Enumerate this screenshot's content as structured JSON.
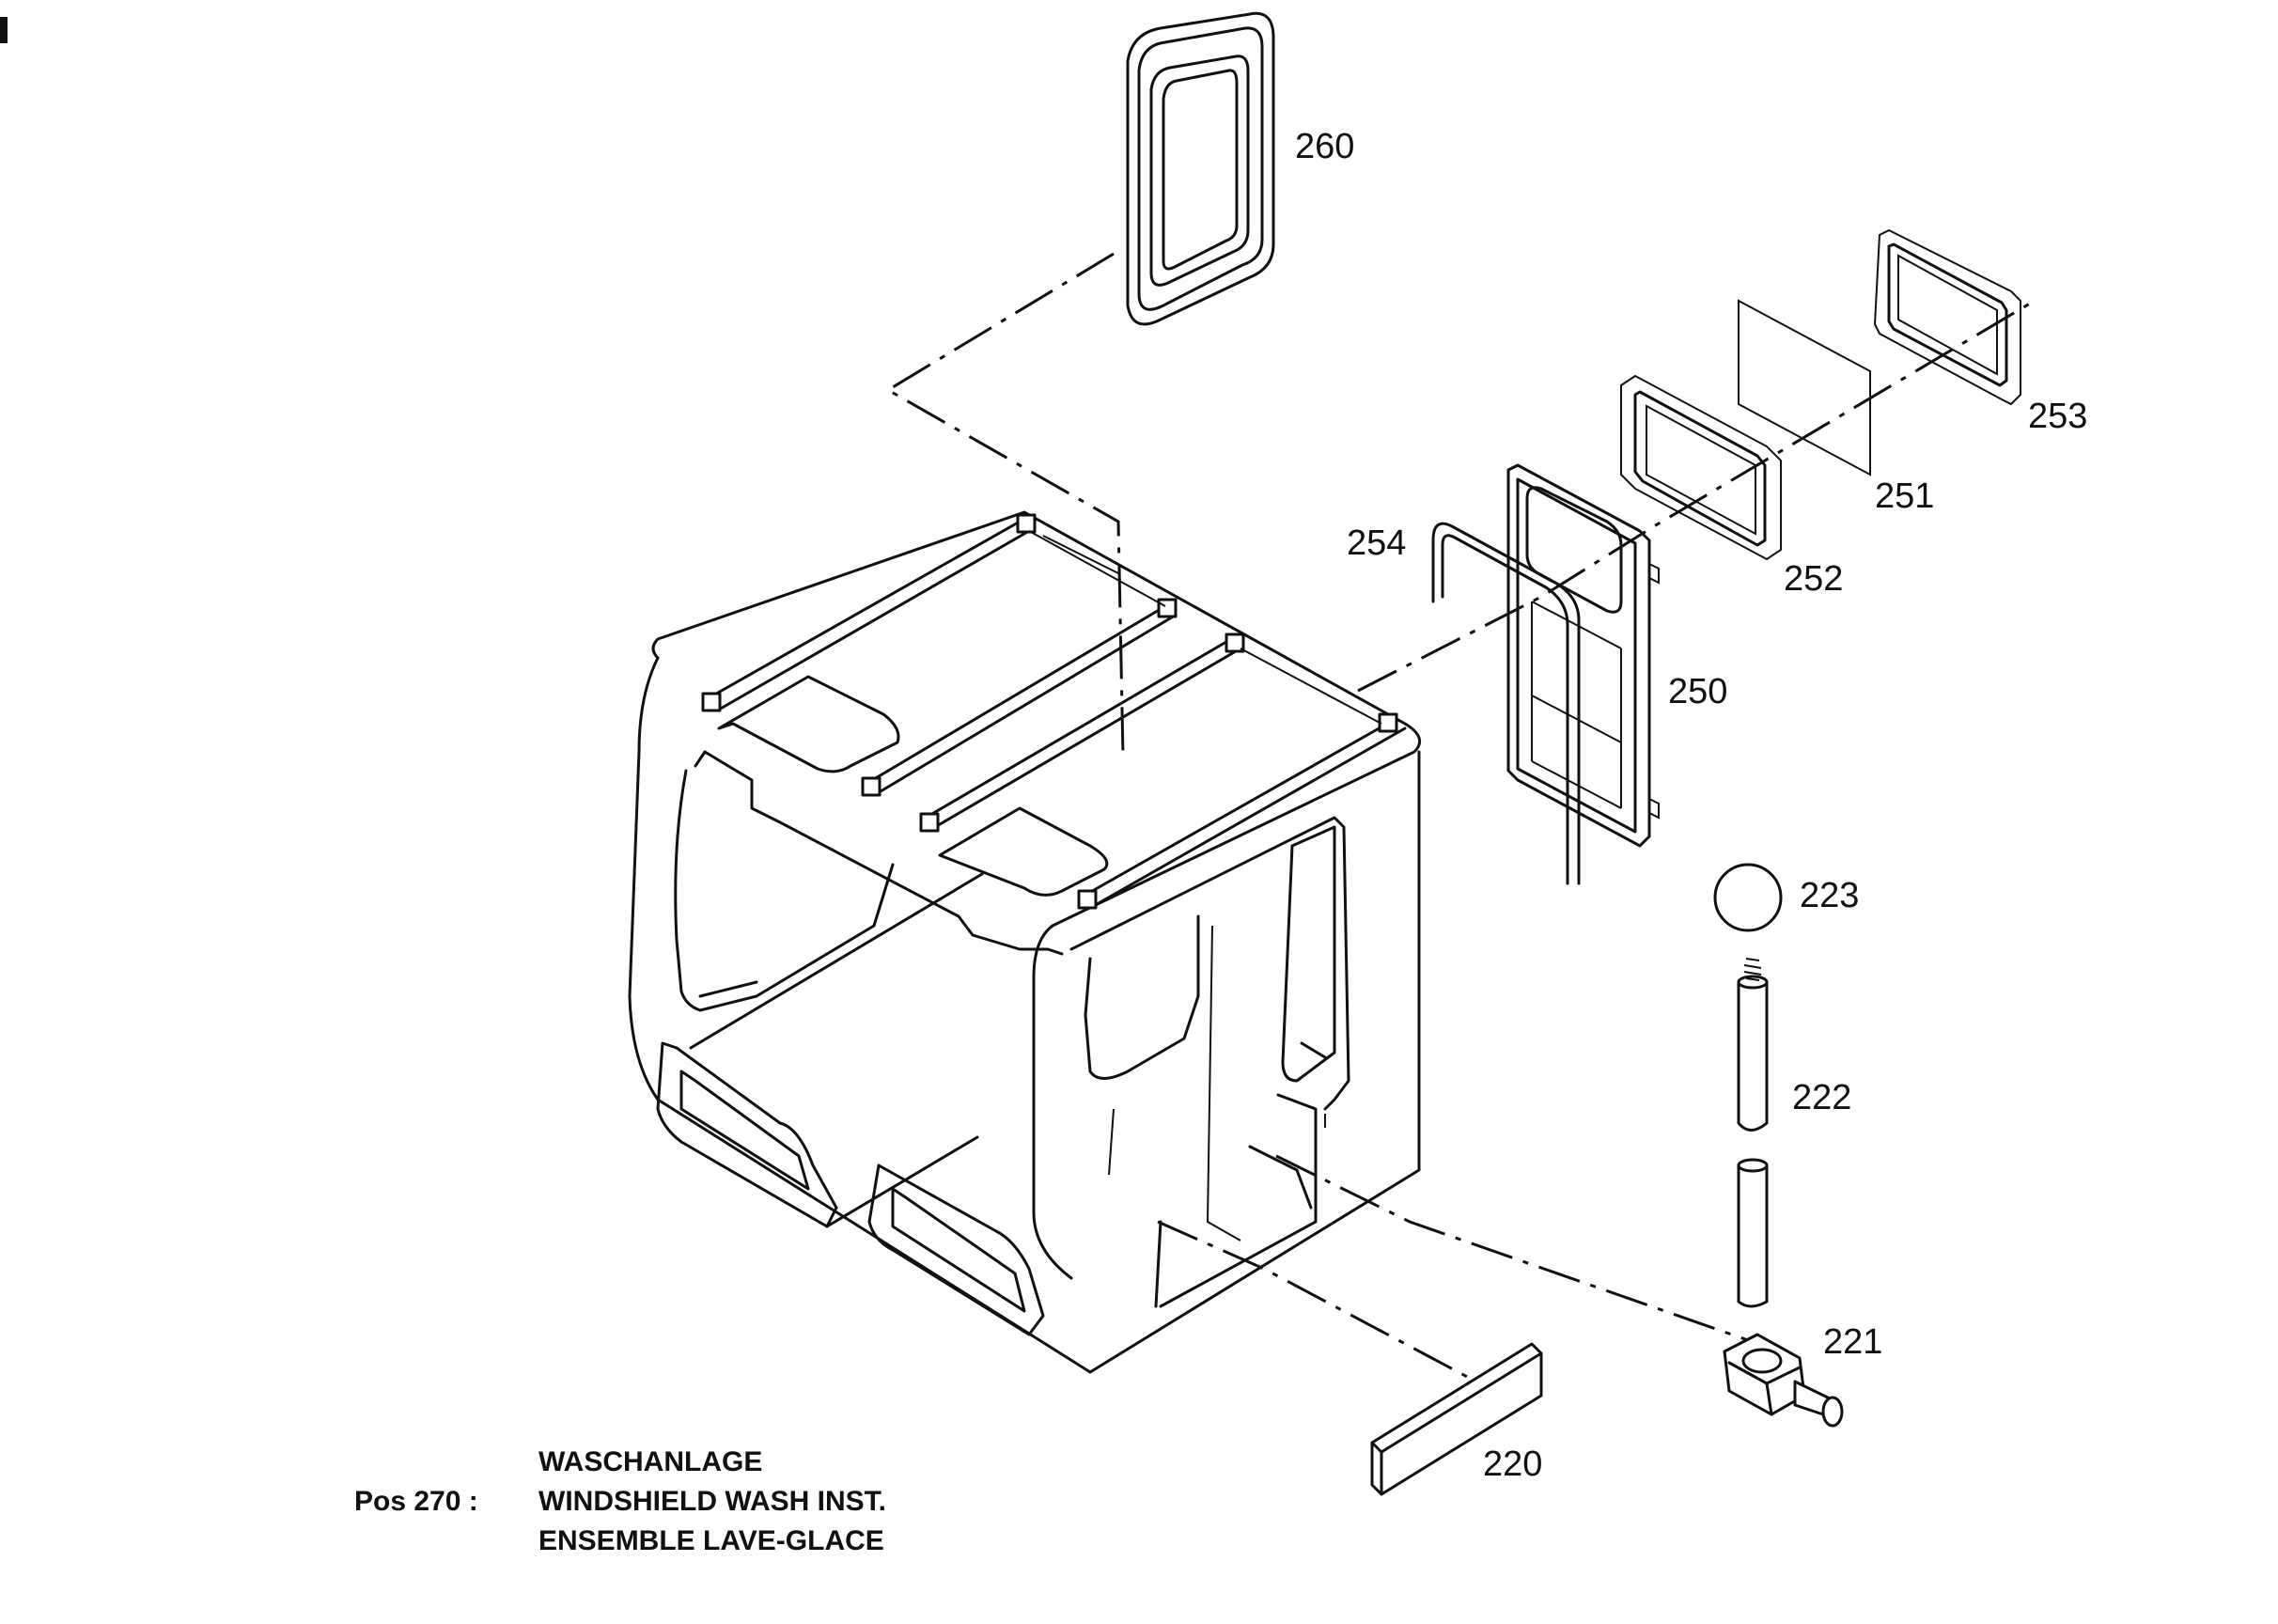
{
  "parts": [
    {
      "id": "260",
      "label": "260"
    },
    {
      "id": "253",
      "label": "253"
    },
    {
      "id": "251",
      "label": "251"
    },
    {
      "id": "252",
      "label": "252"
    },
    {
      "id": "254",
      "label": "254"
    },
    {
      "id": "250",
      "label": "250"
    },
    {
      "id": "223",
      "label": "223"
    },
    {
      "id": "222",
      "label": "222"
    },
    {
      "id": "221",
      "label": "221"
    },
    {
      "id": "220",
      "label": "220"
    }
  ],
  "legend": {
    "pos_label": "Pos 270 :",
    "lines": [
      "WASCHANLAGE",
      "WINDSHIELD WASH INST.",
      "ENSEMBLE LAVE-GLACE"
    ]
  }
}
